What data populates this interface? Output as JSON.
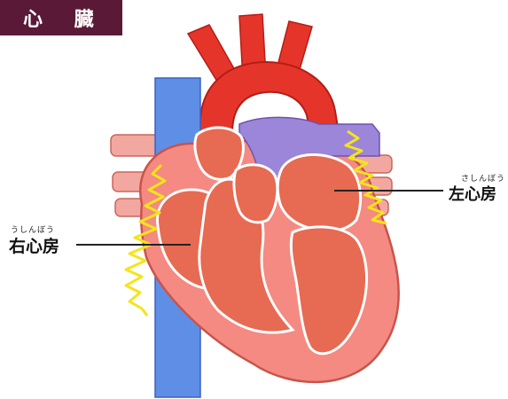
{
  "title": "心 臓",
  "labels": {
    "right_atrium": {
      "text": "右心房",
      "reading": "うしんぼう"
    },
    "left_atrium": {
      "text": "左心房",
      "reading": "さしんぼう"
    }
  },
  "colors": {
    "banner": "#5a1a37",
    "vein_blue": "#5f8ee6",
    "artery_red": "#e5352a",
    "heart_wall": "#f48a82",
    "chamber": "#e76a52",
    "pulmonary_purple": "#9c86d9",
    "nerve_yellow": "#f4e41b"
  }
}
